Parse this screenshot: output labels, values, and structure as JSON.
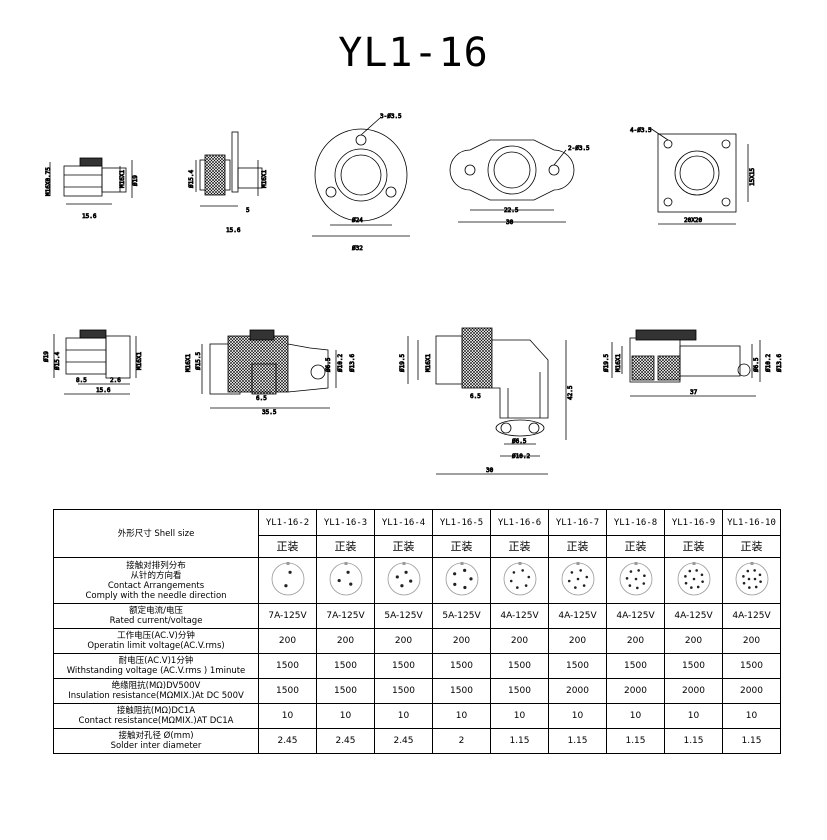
{
  "title": "YL1-16",
  "dimensions": {
    "d1": {
      "w": "15.6",
      "h1": "M16X0.75",
      "h2": "M16X1",
      "h3": "Ø19"
    },
    "d2": {
      "w": "15.6",
      "h1": "Ø15.4",
      "h2": "M16X1",
      "h3": "5"
    },
    "d3": {
      "holes": "3-Ø3.5",
      "w1": "Ø24",
      "w2": "Ø32"
    },
    "d4": {
      "holes": "2-Ø3.5",
      "w1": "22.5",
      "w2": "30"
    },
    "d5": {
      "holes": "4-Ø3.5",
      "w": "20X20",
      "h": "15X15"
    },
    "d6": {
      "h1": "Ø19",
      "h2": "Ø15.4",
      "h3": "M16X1",
      "w1": "8.5",
      "w2": "2.6",
      "w3": "15.6"
    },
    "d7": {
      "h1": "M16X1",
      "h2": "Ø15.5",
      "w1": "6.5",
      "w2": "35.5",
      "h3": "Ø6.5",
      "h4": "Ø10.2",
      "h5": "Ø13.6"
    },
    "d8": {
      "h1": "Ø19.5",
      "h2": "M16X1",
      "w1": "6.5",
      "w2": "30",
      "h3": "42.5",
      "w3": "Ø6.5",
      "w4": "Ø10.2"
    },
    "d9": {
      "h1": "Ø19.5",
      "h2": "M16X1",
      "w": "37",
      "h3": "Ø6.5",
      "h4": "Ø10.2",
      "h5": "Ø13.6"
    }
  },
  "table": {
    "shell_label": "外形尺寸 Shell size",
    "models": [
      "YL1-16-2",
      "YL1-16-3",
      "YL1-16-4",
      "YL1-16-5",
      "YL1-16-6",
      "YL1-16-7",
      "YL1-16-8",
      "YL1-16-9",
      "YL1-16-10"
    ],
    "install": [
      "正装",
      "正装",
      "正装",
      "正装",
      "正装",
      "正装",
      "正装",
      "正装",
      "正装"
    ],
    "arrangement_label": {
      "l1": "接触对排列分布",
      "l2": "从针的方向看",
      "l3": "Contact Arrangements",
      "l4": "Comply with the needle direction"
    },
    "pin_counts": [
      2,
      3,
      4,
      5,
      6,
      7,
      8,
      9,
      10
    ],
    "rows": [
      {
        "cn": "额定电流/电压",
        "en": "Rated current/voltage",
        "values": [
          "7A-125V",
          "7A-125V",
          "5A-125V",
          "5A-125V",
          "4A-125V",
          "4A-125V",
          "4A-125V",
          "4A-125V",
          "4A-125V"
        ]
      },
      {
        "cn": "工作电压(AC.V)分钟",
        "en": "Operatin limit voltage(AC.V.rms)",
        "values": [
          "200",
          "200",
          "200",
          "200",
          "200",
          "200",
          "200",
          "200",
          "200"
        ]
      },
      {
        "cn": "耐电压(AC.V)1分钟",
        "en": "Withstanding voltage (AC.V.rms ) 1minute",
        "values": [
          "1500",
          "1500",
          "1500",
          "1500",
          "1500",
          "1500",
          "1500",
          "1500",
          "1500"
        ]
      },
      {
        "cn": "绝缘阻抗(MΩ)DV500V",
        "en": "Insulation resistance(MΩMIX.)At DC 500V",
        "values": [
          "1500",
          "1500",
          "1500",
          "1500",
          "1500",
          "2000",
          "2000",
          "2000",
          "2000"
        ]
      },
      {
        "cn": "接触阻抗(MΩ)DC1A",
        "en": "Contact resistance(MΩMIX.)AT DC1A",
        "values": [
          "10",
          "10",
          "10",
          "10",
          "10",
          "10",
          "10",
          "10",
          "10"
        ]
      },
      {
        "cn": "接触对孔径 Ø(mm)",
        "en": "Solder inter diameter",
        "values": [
          "2.45",
          "2.45",
          "2.45",
          "2",
          "1.15",
          "1.15",
          "1.15",
          "1.15",
          "1.15"
        ]
      }
    ]
  }
}
